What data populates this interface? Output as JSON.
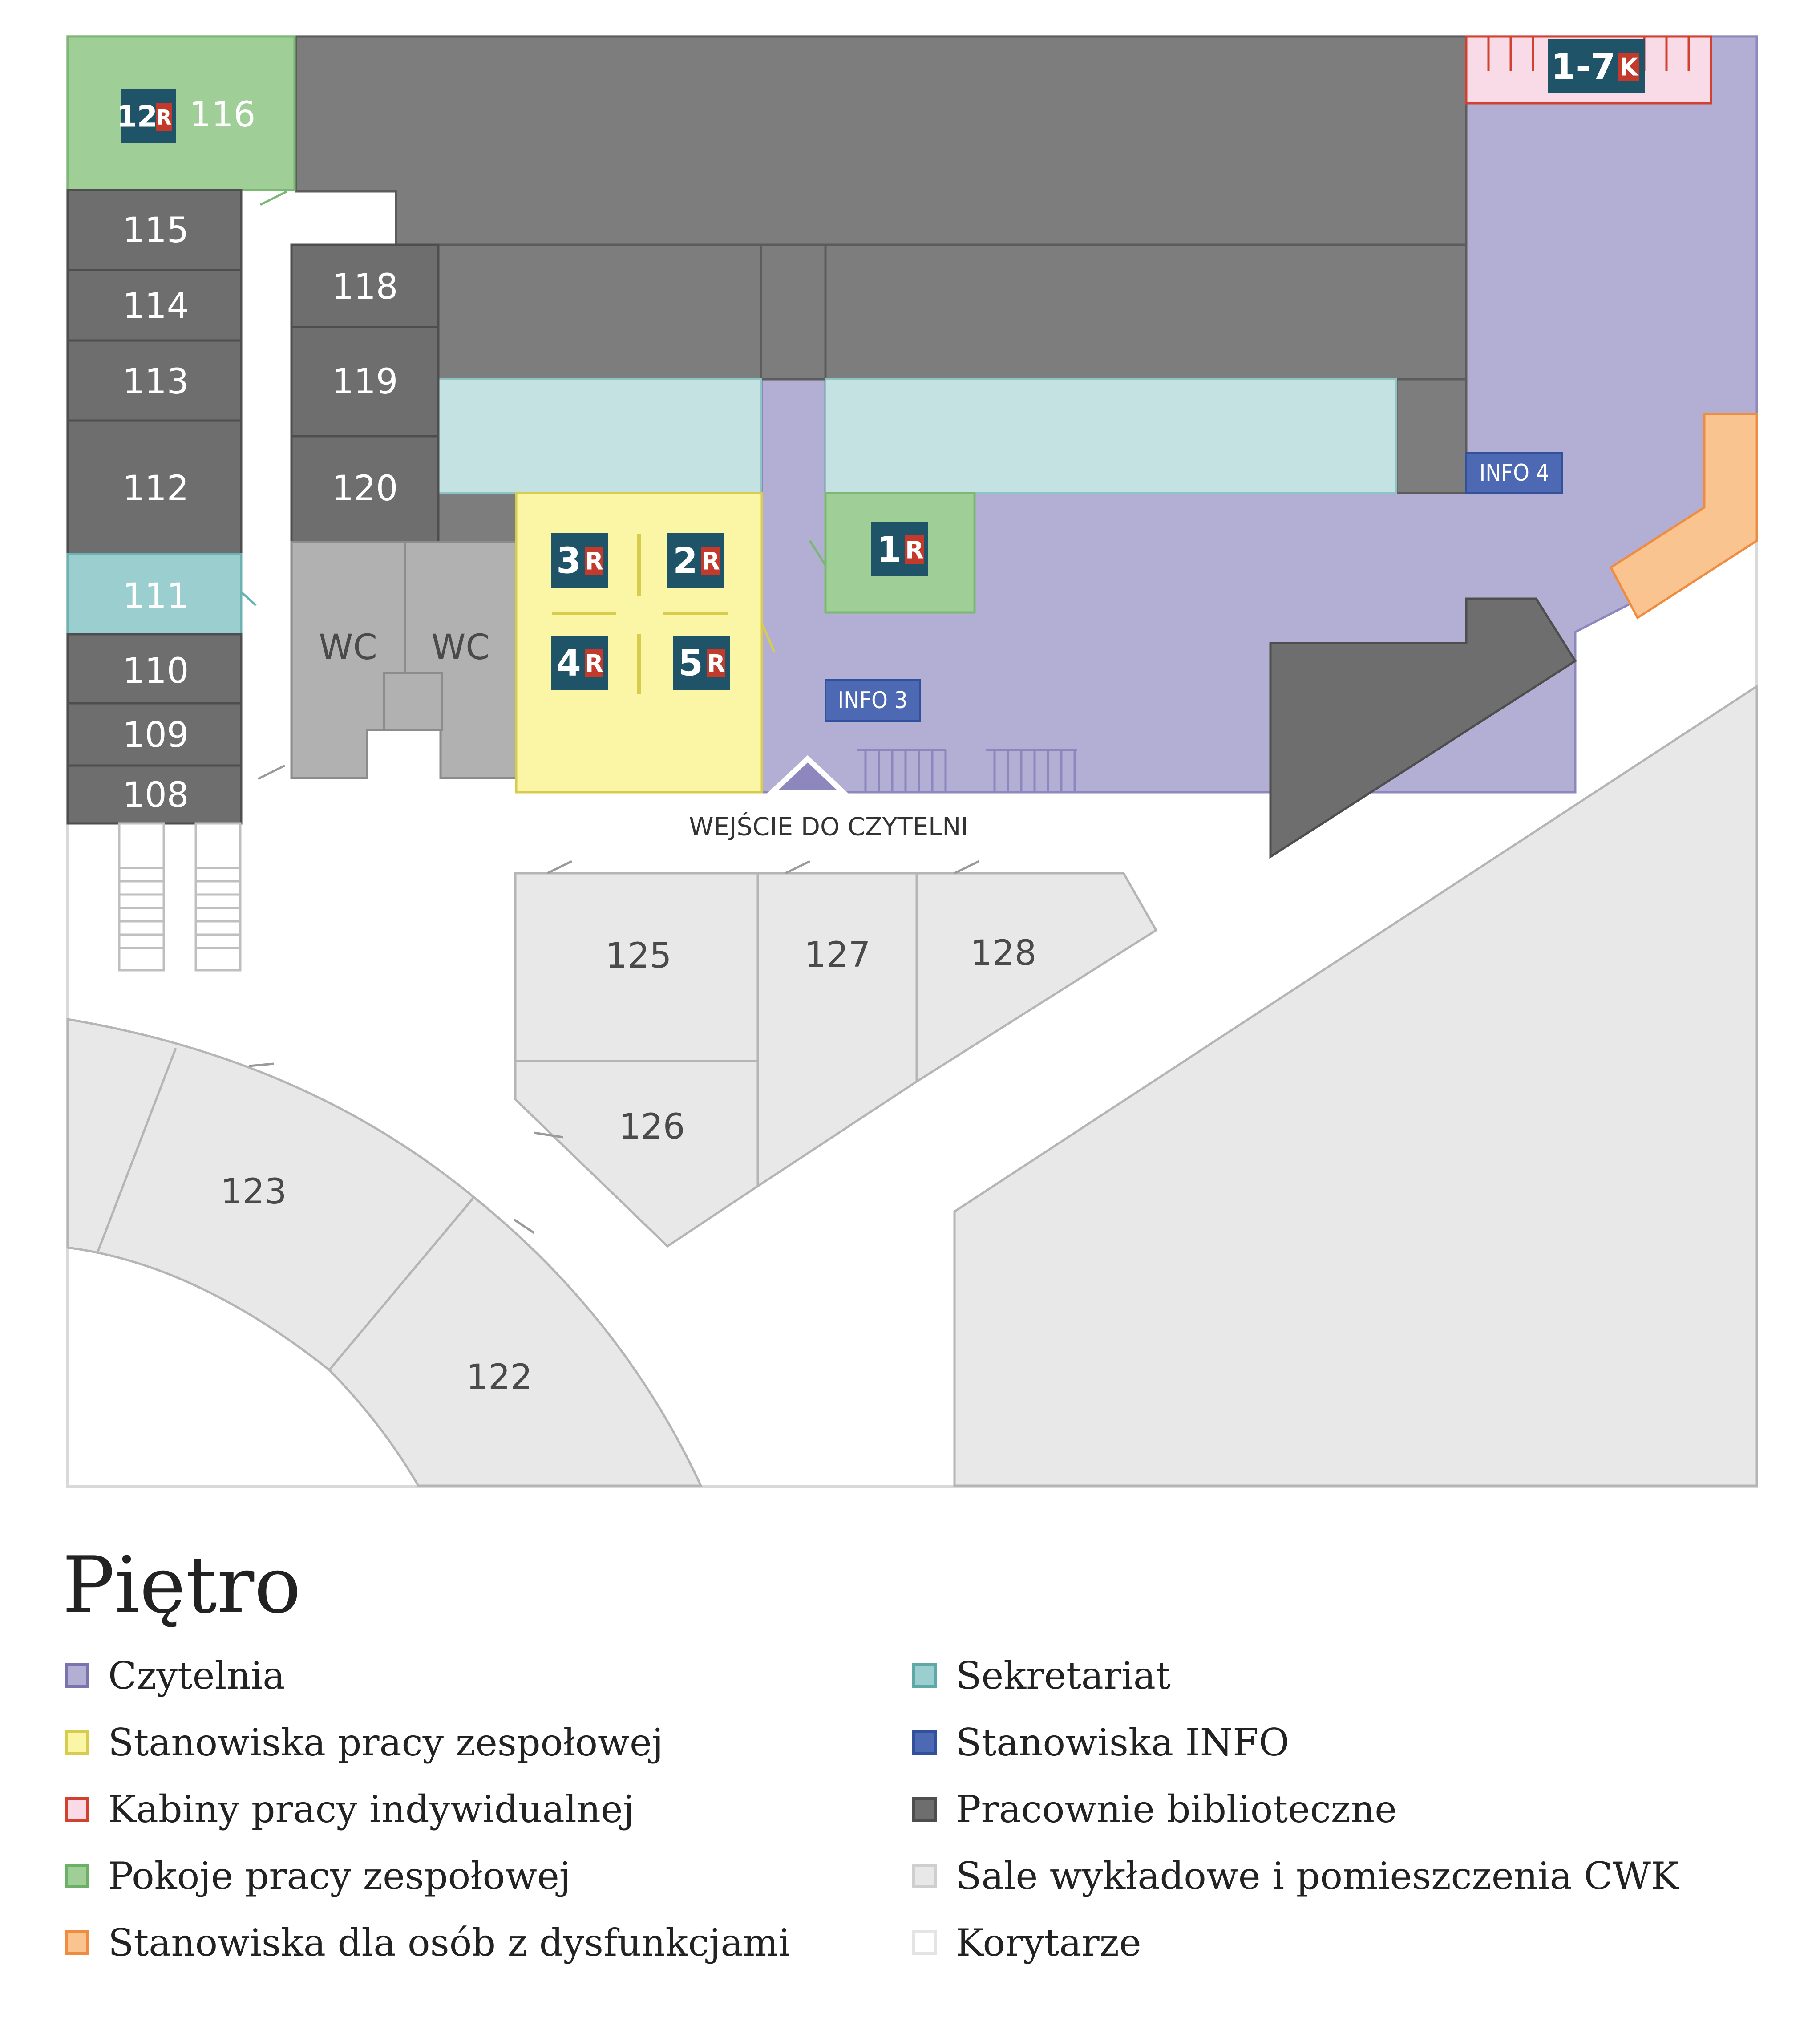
{
  "rooms": {
    "r108": "108",
    "r109": "109",
    "r110": "110",
    "r111": "111",
    "r112": "112",
    "r113": "113",
    "r114": "114",
    "r115": "115",
    "r116": "116",
    "r118": "118",
    "r119": "119",
    "r120": "120",
    "r122": "122",
    "r123": "123",
    "r125": "125",
    "r126": "126",
    "r127": "127",
    "r128": "128",
    "wc1": "WC",
    "wc2": "WC"
  },
  "info": {
    "info3": "INFO 3",
    "info4": "INFO 4"
  },
  "badges": {
    "b12": {
      "num": "12",
      "tag": "R"
    },
    "b1": {
      "num": "1",
      "tag": "R"
    },
    "b2": {
      "num": "2",
      "tag": "R"
    },
    "b3": {
      "num": "3",
      "tag": "R"
    },
    "b4": {
      "num": "4",
      "tag": "R"
    },
    "b5": {
      "num": "5",
      "tag": "R"
    },
    "b17": {
      "num": "1-7",
      "tag": "K"
    }
  },
  "entrance": "WEJŚCIE DO CZYTELNI",
  "legend": {
    "title": "Piętro",
    "left": [
      {
        "label": "Czytelnia",
        "fill": "#b3aed3",
        "stroke": "#7a73ad"
      },
      {
        "label": "Stanowiska pracy zespołowej",
        "fill": "#fbf5a6",
        "stroke": "#d8cc4e"
      },
      {
        "label": "Kabiny pracy indywidualnej",
        "fill": "#f8dbe6",
        "stroke": "#d2402f"
      },
      {
        "label": "Pokoje pracy zespołowej",
        "fill": "#9fcf97",
        "stroke": "#6cb067"
      },
      {
        "label": "Stanowiska dla osób z dysfunkcjami",
        "fill": "#f9c48f",
        "stroke": "#ef8c40"
      }
    ],
    "right": [
      {
        "label": "Sekretariat",
        "fill": "#9bcfcf",
        "stroke": "#5fa8a8"
      },
      {
        "label": "Stanowiska INFO",
        "fill": "#4e69b4",
        "stroke": "#33509a"
      },
      {
        "label": "Pracownie biblioteczne",
        "fill": "#6e6e6e",
        "stroke": "#4e4e4e"
      },
      {
        "label": "Sale wykładowe i pomieszczenia CWK",
        "fill": "#e8e8e8",
        "stroke": "#cfcfcf"
      },
      {
        "label": "Korytarze",
        "fill": "#ffffff",
        "stroke": "#e4e4e4"
      }
    ]
  }
}
